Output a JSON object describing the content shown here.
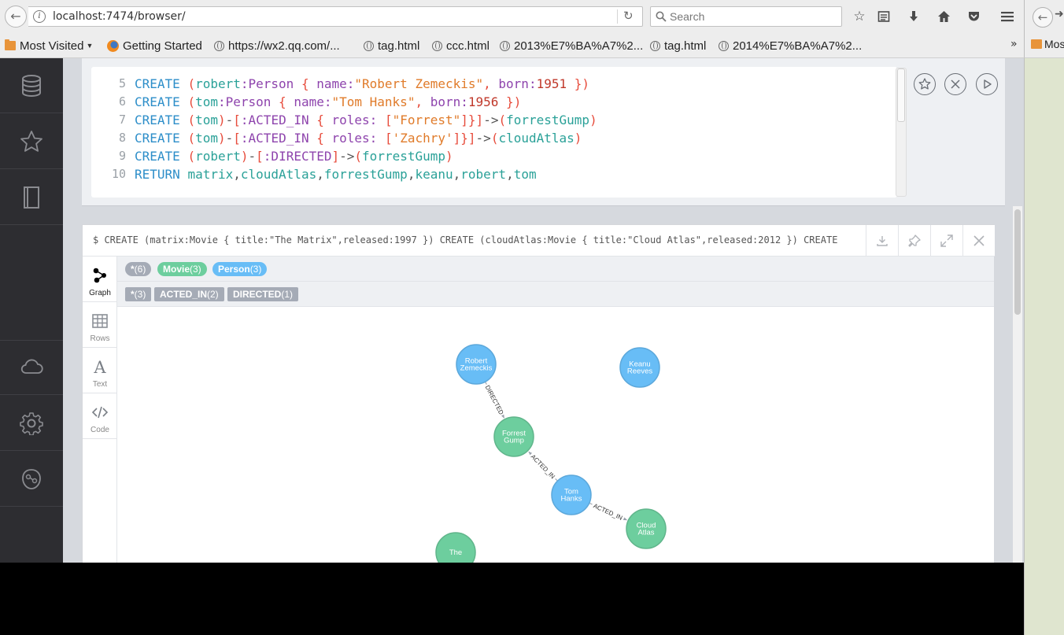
{
  "browser": {
    "url": "localhost:7474/browser/",
    "search_placeholder": "Search",
    "bookmarks": [
      {
        "label": "Most Visited",
        "icon": "folder-icon"
      },
      {
        "label": "Getting Started",
        "icon": "firefox-icon"
      },
      {
        "label": "https://wx2.qq.com/...",
        "icon": "globe-icon"
      },
      {
        "label": "tag.html",
        "icon": "globe-icon"
      },
      {
        "label": "ccc.html",
        "icon": "globe-icon"
      },
      {
        "label": "2013%E7%BA%A7%2...",
        "icon": "globe-icon"
      },
      {
        "label": "tag.html",
        "icon": "globe-icon"
      },
      {
        "label": "2014%E7%BA%A7%2...",
        "icon": "globe-icon"
      }
    ],
    "bookmarks_overflow": "»",
    "second_window_bookmark": "Mos"
  },
  "editor": {
    "lines": [
      {
        "n": "5",
        "tokens": [
          [
            "kw",
            "CREATE "
          ],
          [
            "brk",
            "("
          ],
          [
            "var",
            "robert"
          ],
          [
            "lbl",
            ":Person "
          ],
          [
            "brk",
            "{ "
          ],
          [
            "lbl",
            "name:"
          ],
          [
            "str",
            "\"Robert Zemeckis\""
          ],
          [
            "brk",
            ", "
          ],
          [
            "lbl",
            "born:"
          ],
          [
            "num",
            "1951"
          ],
          [
            "brk",
            " })"
          ]
        ]
      },
      {
        "n": "6",
        "tokens": [
          [
            "kw",
            "CREATE "
          ],
          [
            "brk",
            "("
          ],
          [
            "var",
            "tom"
          ],
          [
            "lbl",
            ":Person "
          ],
          [
            "brk",
            "{ "
          ],
          [
            "lbl",
            "name:"
          ],
          [
            "str",
            "\"Tom Hanks\""
          ],
          [
            "brk",
            ", "
          ],
          [
            "lbl",
            "born:"
          ],
          [
            "num",
            "1956"
          ],
          [
            "brk",
            " })"
          ]
        ]
      },
      {
        "n": "7",
        "tokens": [
          [
            "kw",
            "CREATE "
          ],
          [
            "brk",
            "("
          ],
          [
            "var",
            "tom"
          ],
          [
            "brk",
            ")"
          ],
          [
            "plain",
            "-"
          ],
          [
            "brk",
            "["
          ],
          [
            "lbl",
            ":ACTED_IN "
          ],
          [
            "brk",
            "{ "
          ],
          [
            "lbl",
            "roles: "
          ],
          [
            "brk",
            "["
          ],
          [
            "str",
            "\"Forrest\""
          ],
          [
            "brk",
            "]}]"
          ],
          [
            "plain",
            "->"
          ],
          [
            "brk",
            "("
          ],
          [
            "var",
            "forrestGump"
          ],
          [
            "brk",
            ")"
          ]
        ]
      },
      {
        "n": "8",
        "tokens": [
          [
            "kw",
            "CREATE "
          ],
          [
            "brk",
            "("
          ],
          [
            "var",
            "tom"
          ],
          [
            "brk",
            ")"
          ],
          [
            "plain",
            "-"
          ],
          [
            "brk",
            "["
          ],
          [
            "lbl",
            ":ACTED_IN "
          ],
          [
            "brk",
            "{ "
          ],
          [
            "lbl",
            "roles: "
          ],
          [
            "brk",
            "["
          ],
          [
            "str",
            "'Zachry'"
          ],
          [
            "brk",
            "]}]"
          ],
          [
            "plain",
            "->"
          ],
          [
            "brk",
            "("
          ],
          [
            "var",
            "cloudAtlas"
          ],
          [
            "brk",
            ")"
          ]
        ]
      },
      {
        "n": "9",
        "tokens": [
          [
            "kw",
            "CREATE "
          ],
          [
            "brk",
            "("
          ],
          [
            "var",
            "robert"
          ],
          [
            "brk",
            ")"
          ],
          [
            "plain",
            "-"
          ],
          [
            "brk",
            "["
          ],
          [
            "lbl",
            ":DIRECTED"
          ],
          [
            "brk",
            "]"
          ],
          [
            "plain",
            "->"
          ],
          [
            "brk",
            "("
          ],
          [
            "var",
            "forrestGump"
          ],
          [
            "brk",
            ")"
          ]
        ]
      },
      {
        "n": "10",
        "tokens": [
          [
            "kw",
            "RETURN "
          ],
          [
            "var",
            "matrix"
          ],
          [
            "plain",
            ","
          ],
          [
            "var",
            "cloudAtlas"
          ],
          [
            "plain",
            ","
          ],
          [
            "var",
            "forrestGump"
          ],
          [
            "plain",
            ","
          ],
          [
            "var",
            "keanu"
          ],
          [
            "plain",
            ","
          ],
          [
            "var",
            "robert"
          ],
          [
            "plain",
            ","
          ],
          [
            "var",
            "tom"
          ]
        ]
      }
    ]
  },
  "result": {
    "query": "$ CREATE (matrix:Movie { title:\"The Matrix\",released:1997 }) CREATE (cloudAtlas:Movie { title:\"Cloud Atlas\",released:2012 }) CREATE (...",
    "view_tabs": [
      "Graph",
      "Rows",
      "Text",
      "Code"
    ],
    "node_pills": [
      {
        "label": "*",
        "count": "(6)",
        "color": "#a5abb6"
      },
      {
        "label": "Movie",
        "count": "(3)",
        "color": "#6dce9e"
      },
      {
        "label": "Person",
        "count": "(3)",
        "color": "#68bdf6"
      }
    ],
    "rel_pills": [
      {
        "label": "*",
        "count": "(3)"
      },
      {
        "label": "ACTED_IN",
        "count": "(2)"
      },
      {
        "label": "DIRECTED",
        "count": "(1)"
      }
    ],
    "graph": {
      "person_color": "#68bdf6",
      "movie_color": "#6dce9e",
      "nodes": [
        {
          "id": "robert",
          "label1": "Robert",
          "label2": "Zemeckis",
          "type": "Person"
        },
        {
          "id": "keanu",
          "label1": "Keanu",
          "label2": "Reeves",
          "type": "Person"
        },
        {
          "id": "forrest",
          "label1": "Forrest",
          "label2": "Gump",
          "type": "Movie"
        },
        {
          "id": "tom",
          "label1": "Tom",
          "label2": "Hanks",
          "type": "Person"
        },
        {
          "id": "cloud",
          "label1": "Cloud",
          "label2": "Atlas",
          "type": "Movie"
        },
        {
          "id": "matrix",
          "label1": "The",
          "label2": "",
          "type": "Movie"
        }
      ],
      "edges": [
        {
          "from": "robert",
          "to": "forrest",
          "label": "DIRECTED"
        },
        {
          "from": "tom",
          "to": "forrest",
          "label": "ACTED_IN"
        },
        {
          "from": "tom",
          "to": "cloud",
          "label": "ACTED_IN"
        }
      ]
    }
  }
}
